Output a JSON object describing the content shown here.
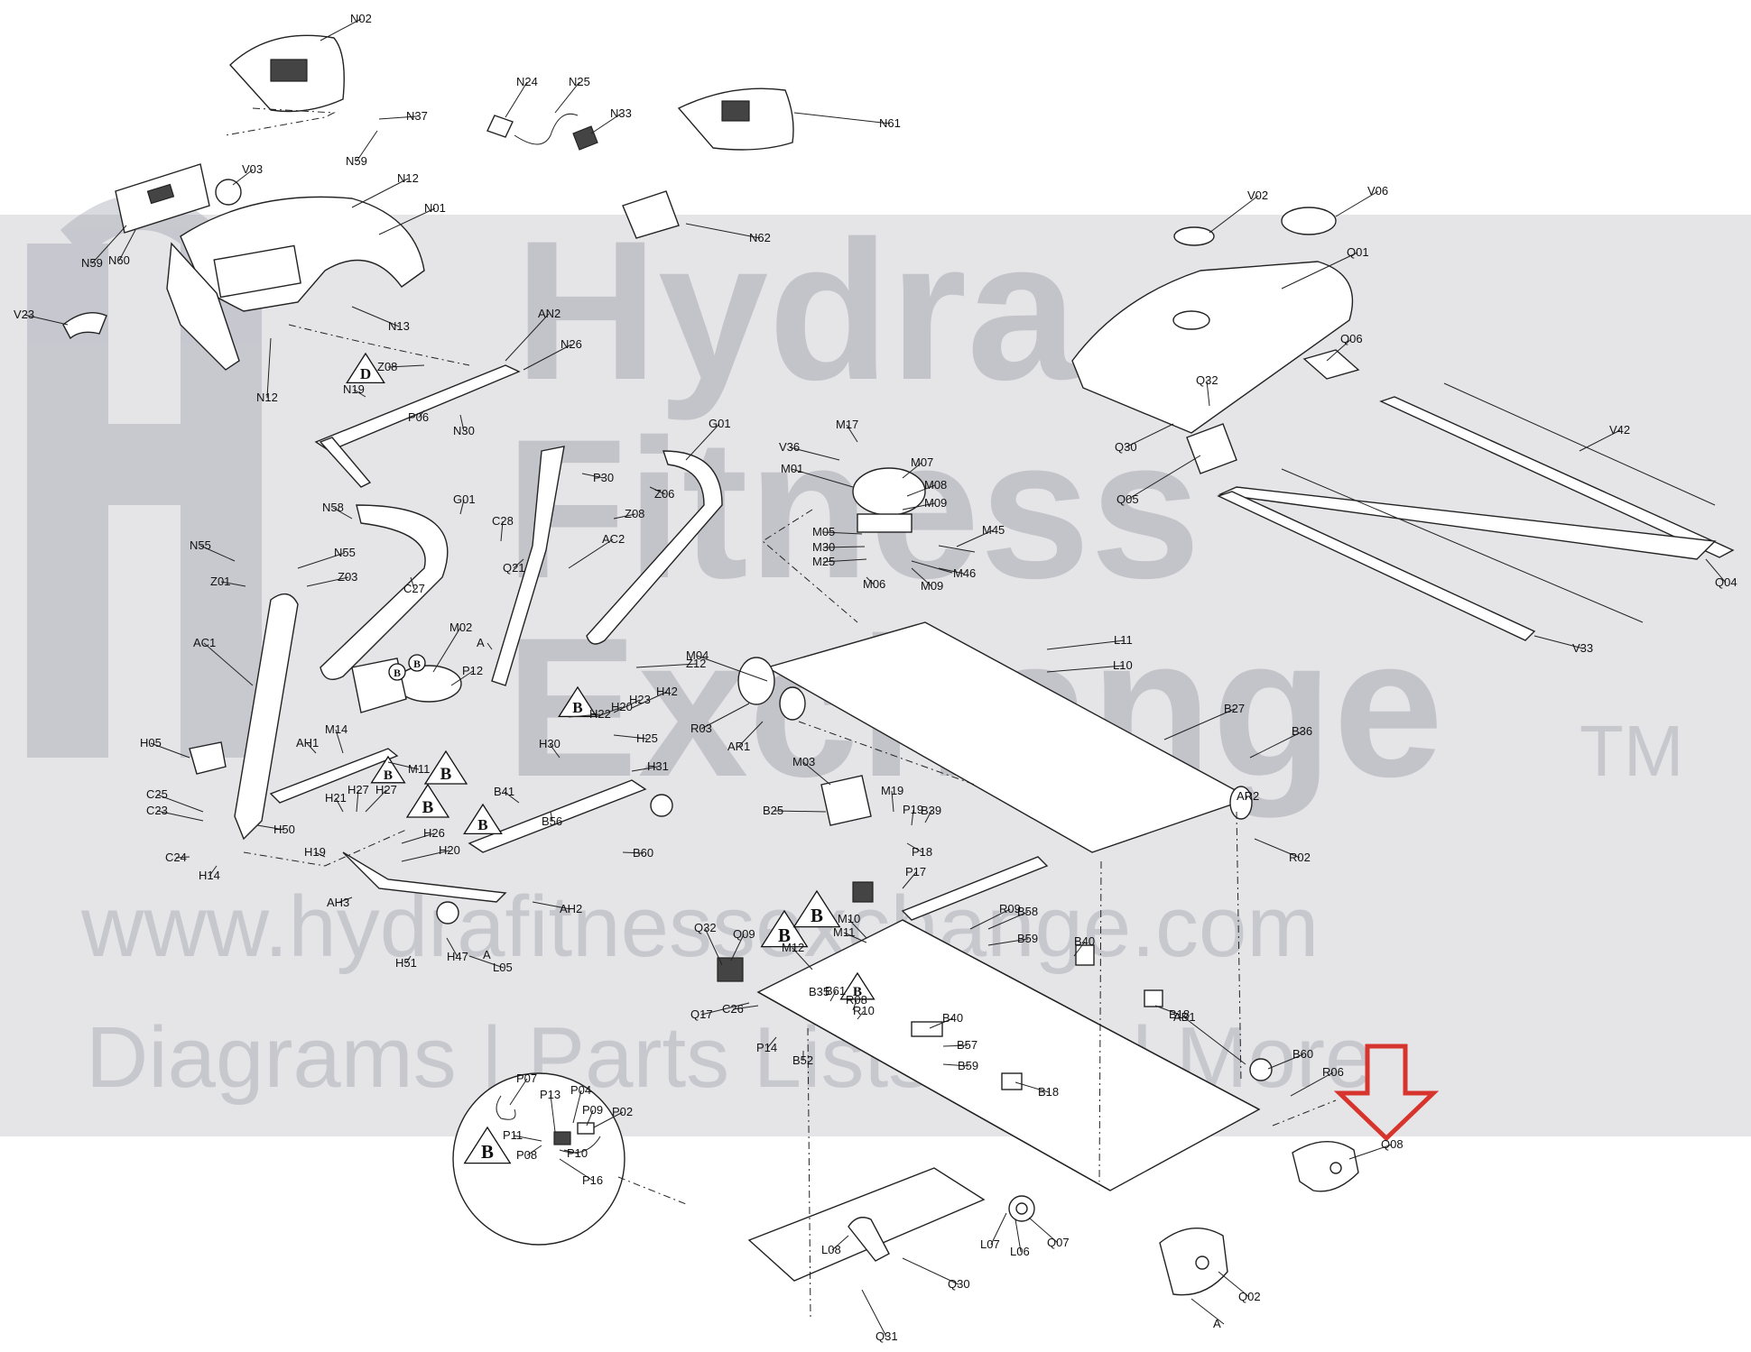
{
  "watermark": {
    "brand_line1": "Hydra",
    "brand_line2": "Fitness",
    "brand_line3": "Exchange",
    "trademark": "TM",
    "website": "www.hydrafitnessexchange.com",
    "tagline": "Diagrams | Parts Lists | And More",
    "accent_color": "#8fb9e0"
  },
  "highlight": {
    "target_label": "Q08",
    "arrow_color": "#d6342c"
  },
  "symbols": [
    {
      "id": "D1",
      "text": "D"
    },
    {
      "id": "B1",
      "text": "B"
    },
    {
      "id": "B2",
      "text": "B"
    },
    {
      "id": "B3",
      "text": "B"
    },
    {
      "id": "B4",
      "text": "B"
    },
    {
      "id": "B5",
      "text": "B"
    },
    {
      "id": "B6",
      "text": "B"
    },
    {
      "id": "B7",
      "text": "B"
    },
    {
      "id": "B8",
      "text": "B"
    },
    {
      "id": "B9",
      "text": "B"
    },
    {
      "id": "A1",
      "text": "A"
    },
    {
      "id": "A2",
      "text": "A"
    },
    {
      "id": "R1",
      "text": "B"
    },
    {
      "id": "R2",
      "text": "B"
    }
  ],
  "labels": [
    "N02",
    "N37",
    "N59",
    "V03",
    "N12",
    "N01",
    "N59",
    "N60",
    "N13",
    "V23",
    "N12",
    "N24",
    "N25",
    "N33",
    "N61",
    "N62",
    "V02",
    "V06",
    "Q01",
    "Q06",
    "Q32",
    "Q30",
    "Q05",
    "V42",
    "Q04",
    "V33",
    "AN2",
    "N26",
    "Z08",
    "N19",
    "P06",
    "N30",
    "G01",
    "P30",
    "Z06",
    "Z08",
    "N58",
    "G01",
    "C28",
    "N55",
    "N55",
    "Z01",
    "Z03",
    "C27",
    "Q21",
    "AC2",
    "AC1",
    "M02",
    "P12",
    "Z12",
    "M04",
    "A",
    "H05",
    "AH1",
    "M14",
    "M11",
    "H20",
    "H23",
    "H42",
    "H22",
    "H25",
    "H30",
    "H31",
    "C25",
    "C23",
    "H21",
    "H27",
    "H27",
    "H50",
    "B41",
    "B56",
    "B60",
    "C24",
    "H19",
    "H26",
    "H20",
    "H14",
    "AH3",
    "AH2",
    "H51",
    "H47",
    "L05",
    "M17",
    "V36",
    "M01",
    "M07",
    "M08",
    "M09",
    "M05",
    "M30",
    "M25",
    "M45",
    "M46",
    "M06",
    "M09",
    "L11",
    "L10",
    "B27",
    "R03",
    "AR1",
    "B36",
    "AR2",
    "M03",
    "M19",
    "P19",
    "B39",
    "B25",
    "P18",
    "P17",
    "R02",
    "Q32",
    "Q09",
    "M10",
    "M11",
    "R09",
    "B58",
    "B59",
    "B40",
    "M12",
    "B35",
    "B61",
    "R08",
    "R10",
    "Q17",
    "C26",
    "P14",
    "B52",
    "B40",
    "B57",
    "B59",
    "B18",
    "B18",
    "AB1",
    "B60",
    "R06",
    "Q08",
    "P07",
    "P04",
    "P09",
    "P02",
    "P13",
    "P11",
    "P08",
    "P10",
    "P16",
    "L08",
    "L07",
    "L06",
    "Q07",
    "Q02",
    "Q30",
    "Q31",
    "A",
    "A"
  ]
}
